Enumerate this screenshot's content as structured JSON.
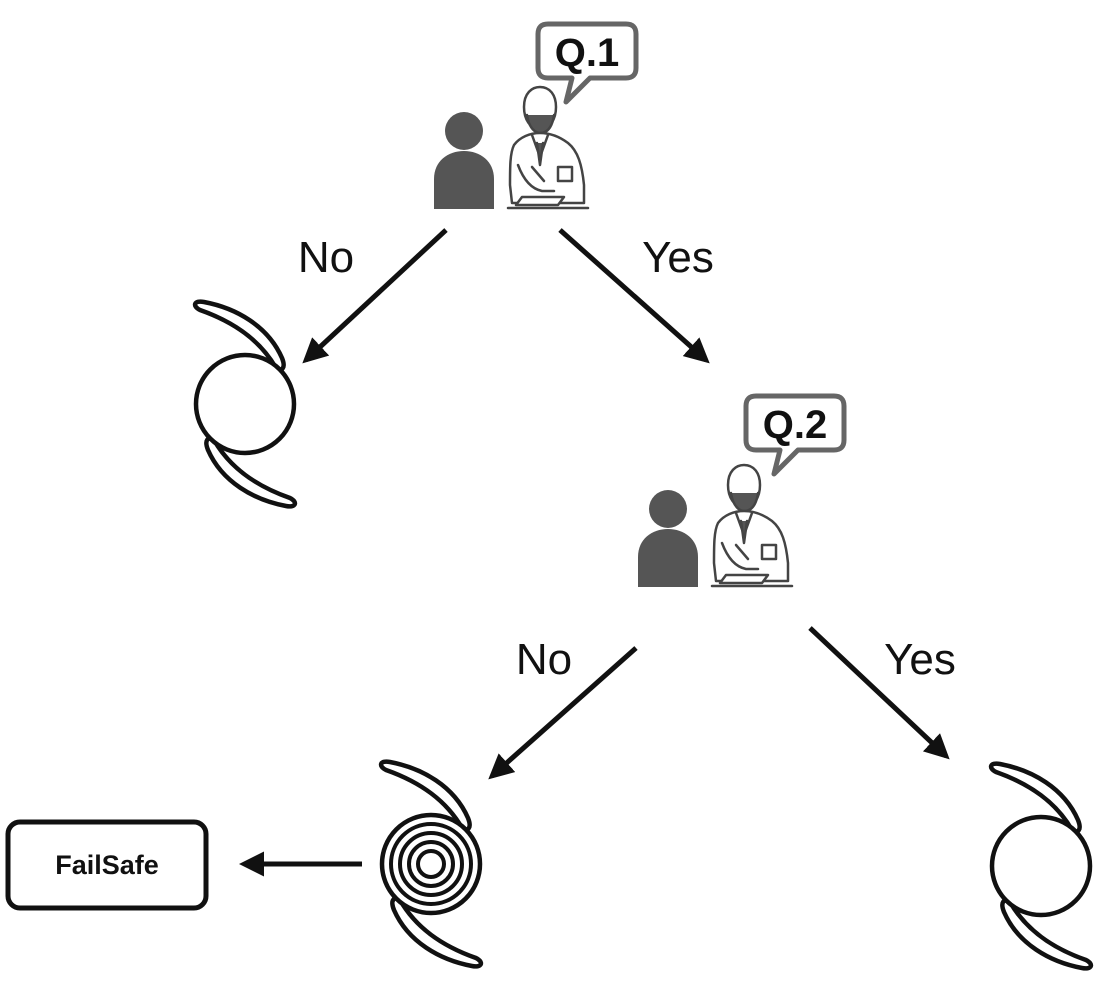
{
  "questions": {
    "q1": "Q.1",
    "q2": "Q.2"
  },
  "branches": {
    "top_no": "No",
    "top_yes": "Yes",
    "second_no": "No",
    "second_yes": "Yes"
  },
  "outcome_box": {
    "label": "FailSafe"
  },
  "icons": {
    "consultation": "patient-doctor-icon",
    "monofocal_lens": "intraocular-lens-icon",
    "multifocal_lens": "multifocal-intraocular-lens-icon"
  },
  "colors": {
    "ink": "#111111",
    "patient_fill": "#555555",
    "bubble_border": "#666666",
    "background": "#ffffff"
  }
}
